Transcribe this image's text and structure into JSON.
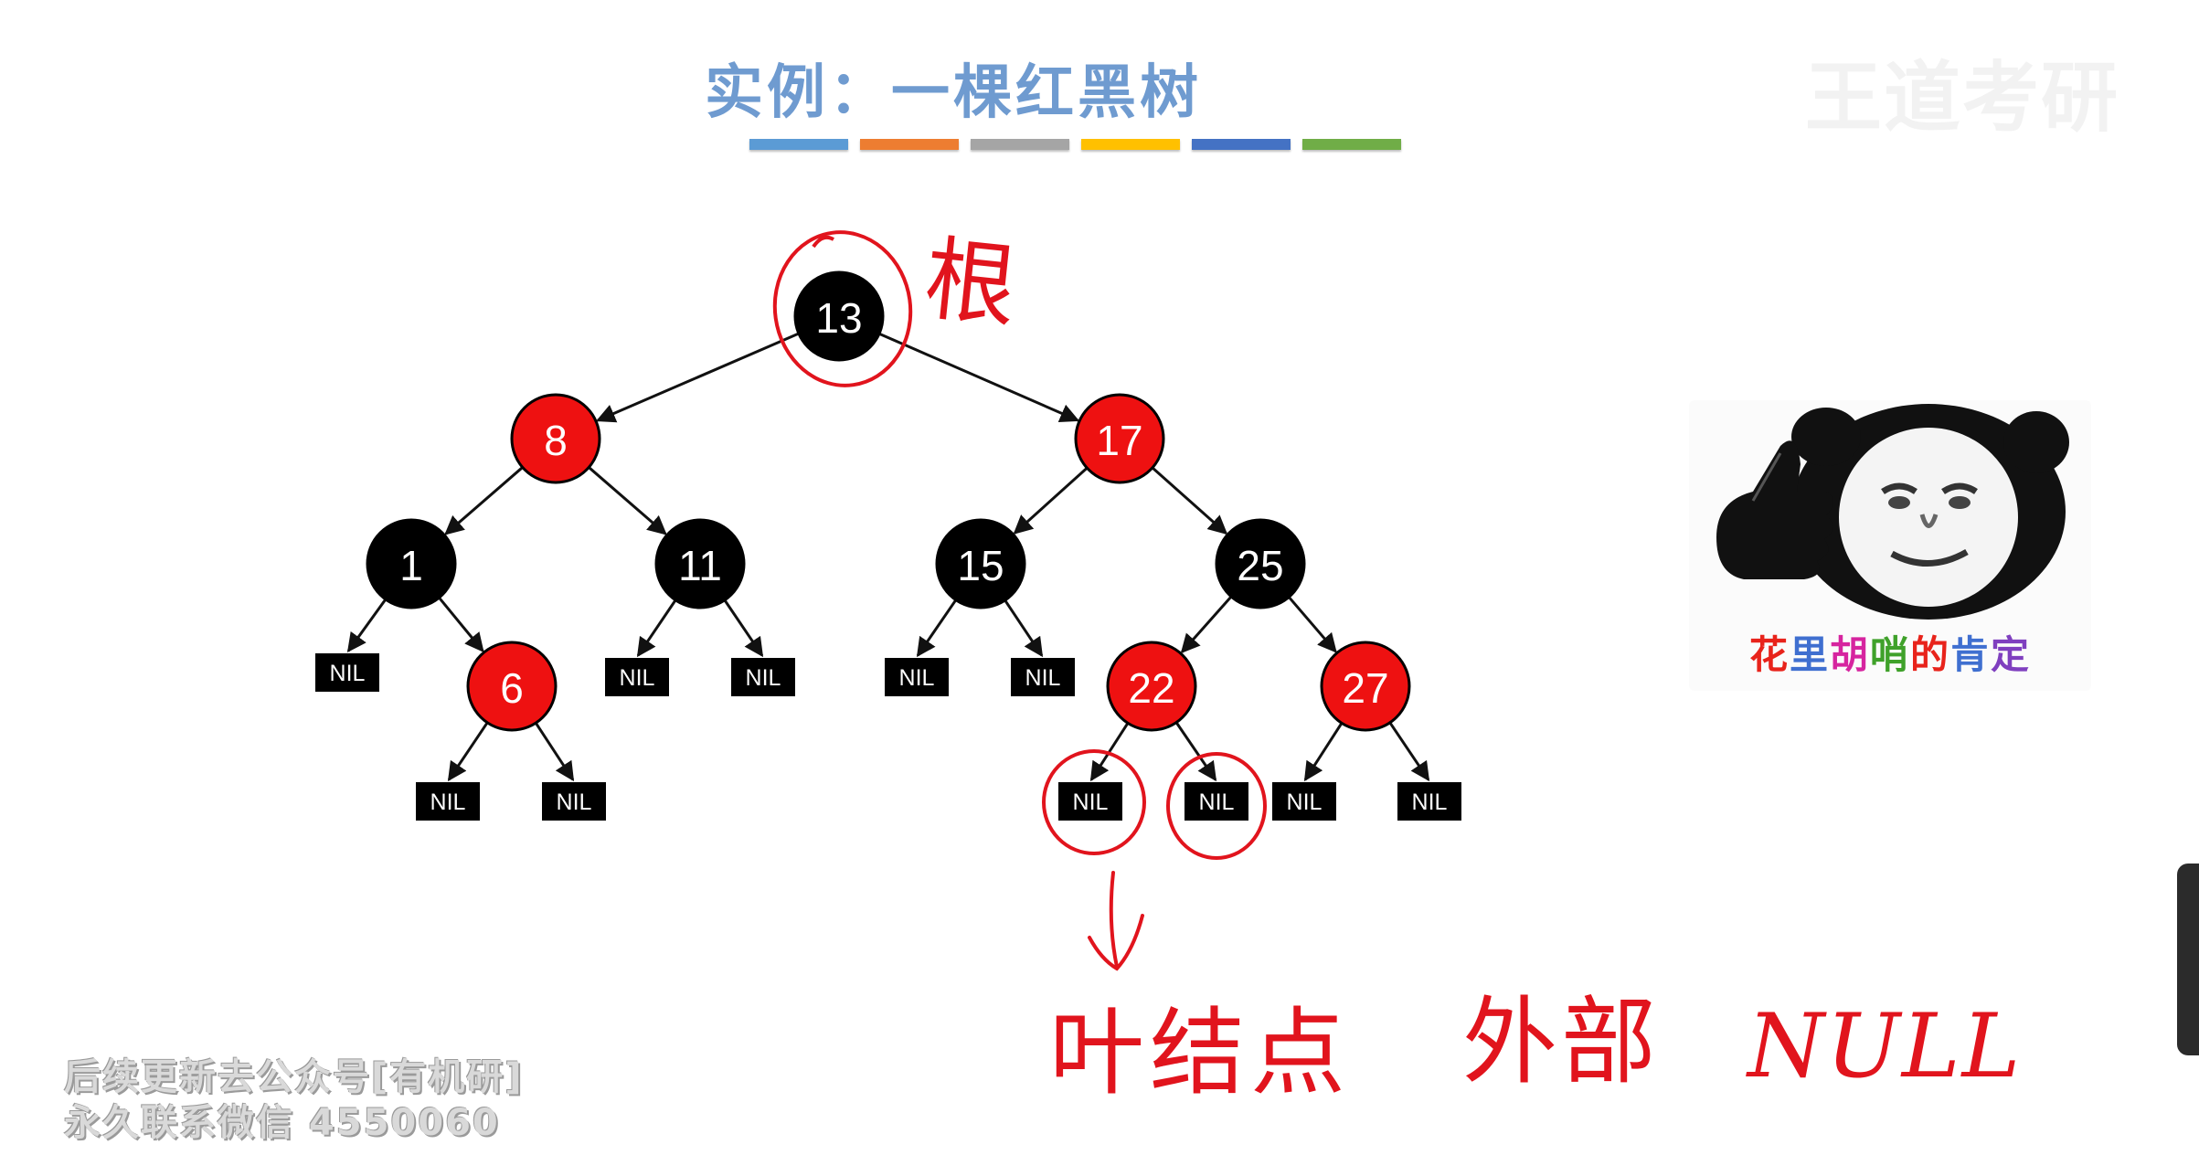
{
  "title": "实例：一棵红黑树",
  "color_bars": [
    "#5b9bd5",
    "#ed7d31",
    "#a5a5a5",
    "#ffc000",
    "#4472c4",
    "#70ad47"
  ],
  "watermark": "王道考研",
  "colors": {
    "red_node": "#ee1111",
    "black_node": "#000000",
    "edge": "#111111",
    "annotation": "#e1141d"
  },
  "tree": {
    "nodes": [
      {
        "id": "n13",
        "label": "13",
        "color": "black",
        "parent": null
      },
      {
        "id": "n8",
        "label": "8",
        "color": "red",
        "parent": "n13"
      },
      {
        "id": "n17",
        "label": "17",
        "color": "red",
        "parent": "n13"
      },
      {
        "id": "n1",
        "label": "1",
        "color": "black",
        "parent": "n8"
      },
      {
        "id": "n11",
        "label": "11",
        "color": "black",
        "parent": "n8"
      },
      {
        "id": "n15",
        "label": "15",
        "color": "black",
        "parent": "n17"
      },
      {
        "id": "n25",
        "label": "25",
        "color": "black",
        "parent": "n17"
      },
      {
        "id": "n6",
        "label": "6",
        "color": "red",
        "parent": "n1"
      },
      {
        "id": "n22",
        "label": "22",
        "color": "red",
        "parent": "n25"
      },
      {
        "id": "n27",
        "label": "27",
        "color": "red",
        "parent": "n25"
      }
    ],
    "nil_label": "NIL",
    "nil_parents": [
      "n1",
      "n6",
      "n6",
      "n11",
      "n11",
      "n15",
      "n15",
      "n22",
      "n22",
      "n27",
      "n27"
    ]
  },
  "annotations": {
    "root": "根",
    "leaf": "叶结点",
    "external": "外部",
    "null": "NULL"
  },
  "meme": {
    "caption": [
      "花",
      "里",
      "胡",
      "哨",
      "的",
      "肯",
      "定"
    ],
    "caption_colors": [
      "#e8231b",
      "#3f6fd0",
      "#d6249f",
      "#3fa12a",
      "#e8231b",
      "#3f6fd0",
      "#7f3fbf"
    ]
  },
  "footer": {
    "line1": "后续更新去公众号[有机研]",
    "line2": "永久联系微信 4550060"
  }
}
